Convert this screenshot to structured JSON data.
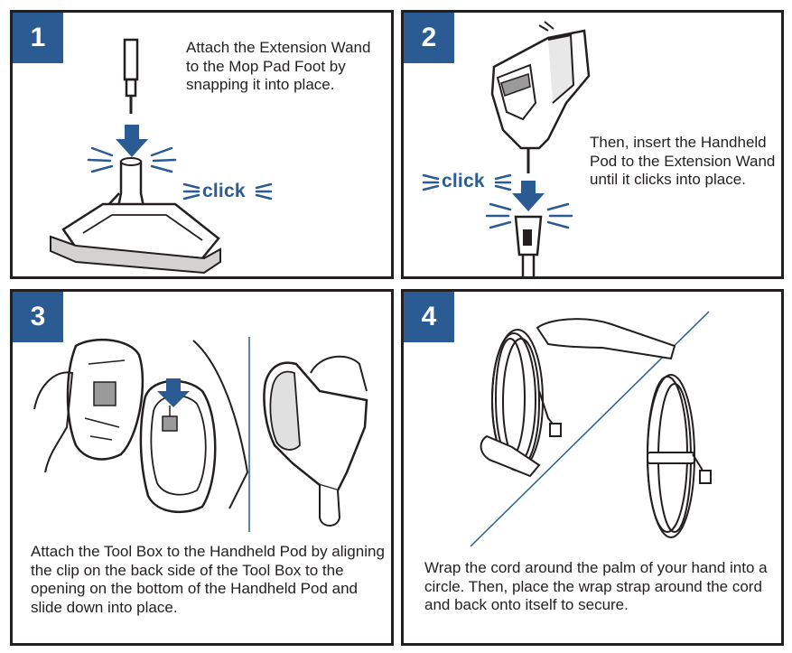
{
  "steps": [
    {
      "number": "1",
      "text": "Attach the Extension Wand to the Mop Pad Foot by snapping it into place.",
      "click_label": "click"
    },
    {
      "number": "2",
      "text": "Then, insert the Handheld Pod to the Extension Wand until it clicks into place.",
      "click_label": "click"
    },
    {
      "number": "3",
      "text": "Attach the Tool Box to the Handheld Pod by aligning the clip on the back side of the Tool Box to the opening on the bottom of the Handheld Pod and slide down into place."
    },
    {
      "number": "4",
      "text": "Wrap the cord around the palm of your hand into a circle. Then, place the wrap strap around the cord and back onto itself to secure."
    }
  ],
  "colors": {
    "accent": "#2a5b93",
    "line": "#231f20"
  }
}
